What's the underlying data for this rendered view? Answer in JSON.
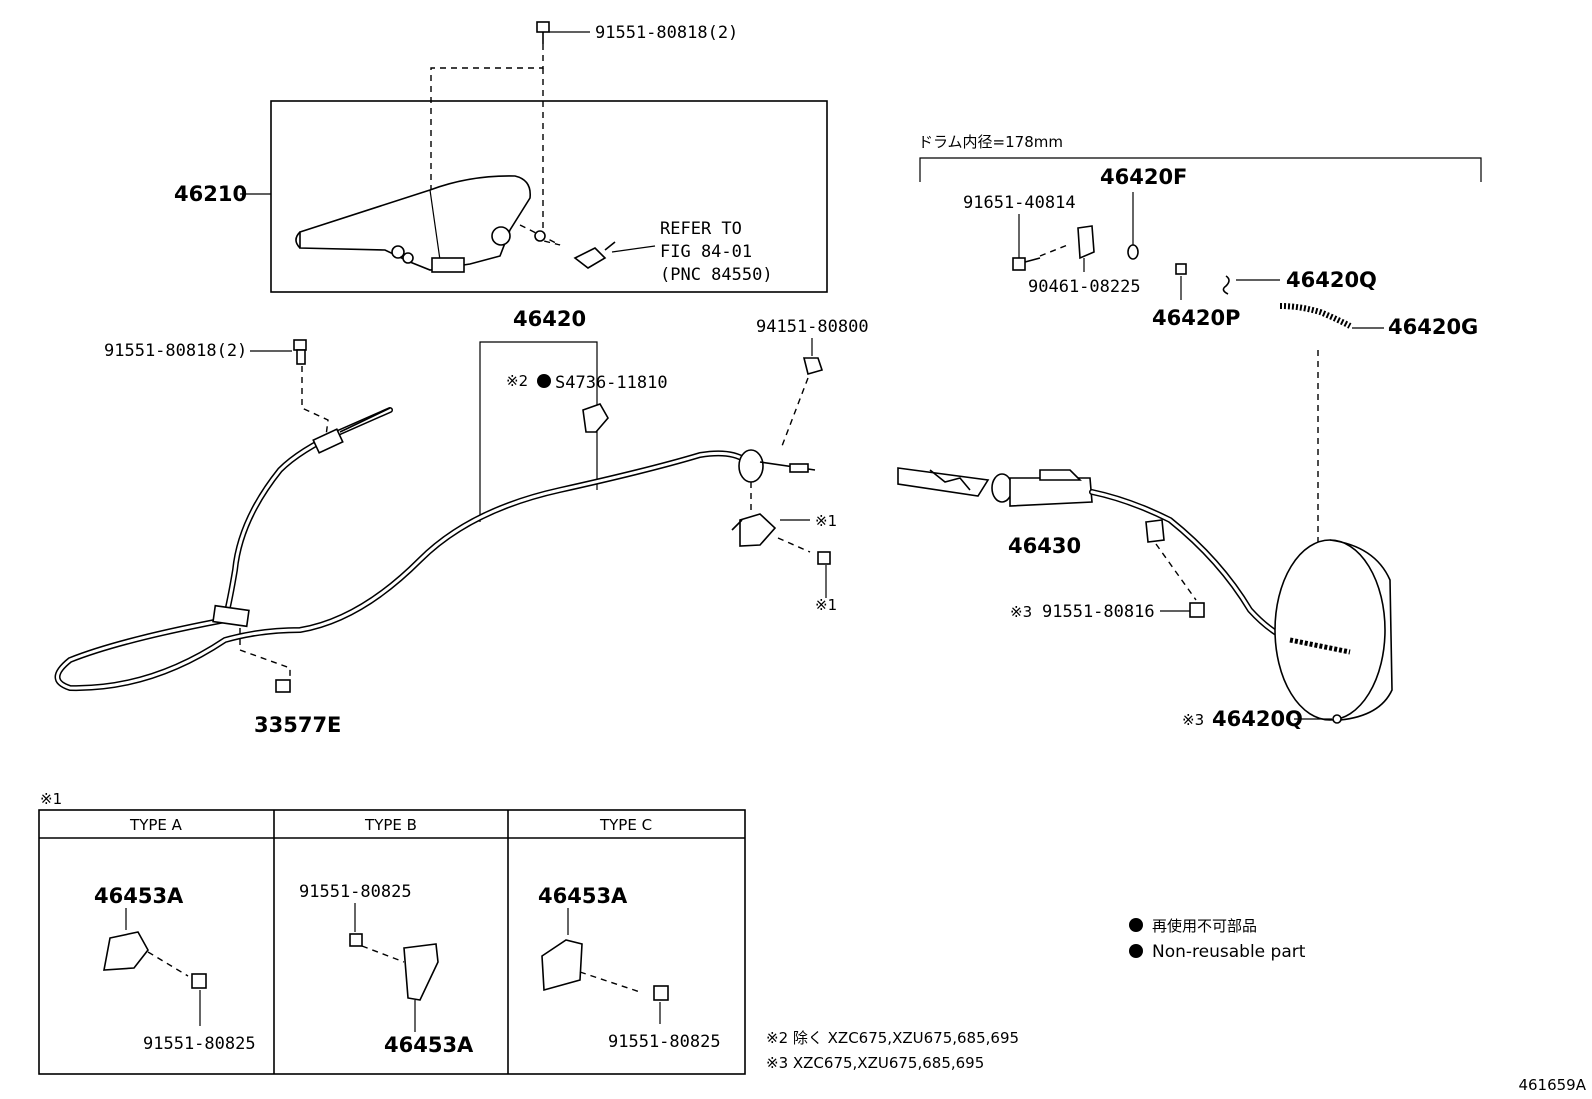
{
  "labels": {
    "bolt_top": "91551-80818(2)",
    "lever": "46210",
    "refer_1": "REFER TO",
    "refer_2": "FIG 84-01",
    "refer_3": "(PNC 84550)",
    "bolt_left": "91551-80818(2)",
    "cable_assy": "46420",
    "clip_part": "S4736-11810",
    "clip_prefix": "※2",
    "nut_94151": "94151-80800",
    "mark1_a": "※1",
    "mark1_b": "※1",
    "grommet": "33577E",
    "drum_header": "ドラム内径=178mm",
    "p46420F": "46420F",
    "p91651": "91651-40814",
    "p90461": "90461-08225",
    "p46420Q_top": "46420Q",
    "p46420P": "46420P",
    "p46420G": "46420G",
    "p46430": "46430",
    "bolt_80816_prefix": "※3",
    "bolt_80816": "91551-80816",
    "p46420Q_bot_prefix": "※3",
    "p46420Q_bot": "46420Q"
  },
  "types_table": {
    "note": "※1",
    "columns": [
      "TYPE A",
      "TYPE B",
      "TYPE C"
    ],
    "a_bracket": "46453A",
    "a_bolt": "91551-80825",
    "b_bolt": "91551-80825",
    "b_bracket": "46453A",
    "c_bracket": "46453A",
    "c_bolt": "91551-80825"
  },
  "legend": {
    "jp": "再使用不可部品",
    "en": "Non-reusable part"
  },
  "footnotes": {
    "n2": "※2 除く XZC675,XZU675,685,695",
    "n3": "※3 XZC675,XZU675,685,695"
  },
  "figure_id": "461659A"
}
